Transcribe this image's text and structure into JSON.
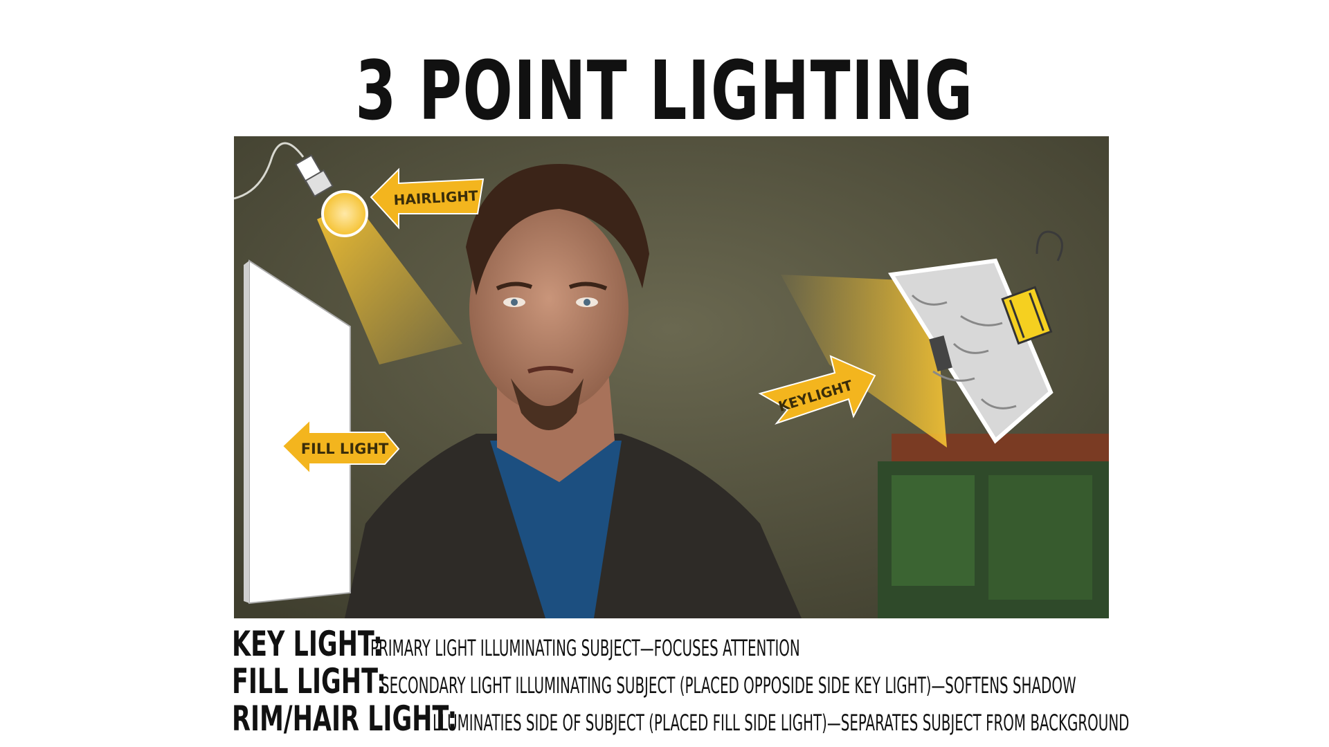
{
  "title": "3 POINT LIGHTING",
  "figure": {
    "arrows": {
      "hairlight": "HAIRLIGHT",
      "keylight": "KEYLIGHT",
      "fill_light": "FILL LIGHT"
    },
    "colors": {
      "arrow": "#f3b51e",
      "beam": "#f5c232",
      "backdrop": "#5b5a44",
      "reflector": "#ffffff",
      "shirt": "#1c4f80",
      "sweater": "#2e2b27"
    }
  },
  "definitions": [
    {
      "term": "KEY LIGHT:",
      "description": "PRIMARY LIGHT ILLUMINATING SUBJECT—FOCUSES ATTENTION"
    },
    {
      "term": "FILL LIGHT:",
      "description": "SECONDARY LIGHT ILLUMINATING SUBJECT (PLACED OPPOSIDE SIDE KEY LIGHT)—SOFTENS SHADOW"
    },
    {
      "term": "RIM/HAIR LIGHT:",
      "description": "LLUMINATIES SIDE OF SUBJECT (PLACED FILL SIDE LIGHT)—SEPARATES SUBJECT FROM BACKGROUND"
    }
  ]
}
